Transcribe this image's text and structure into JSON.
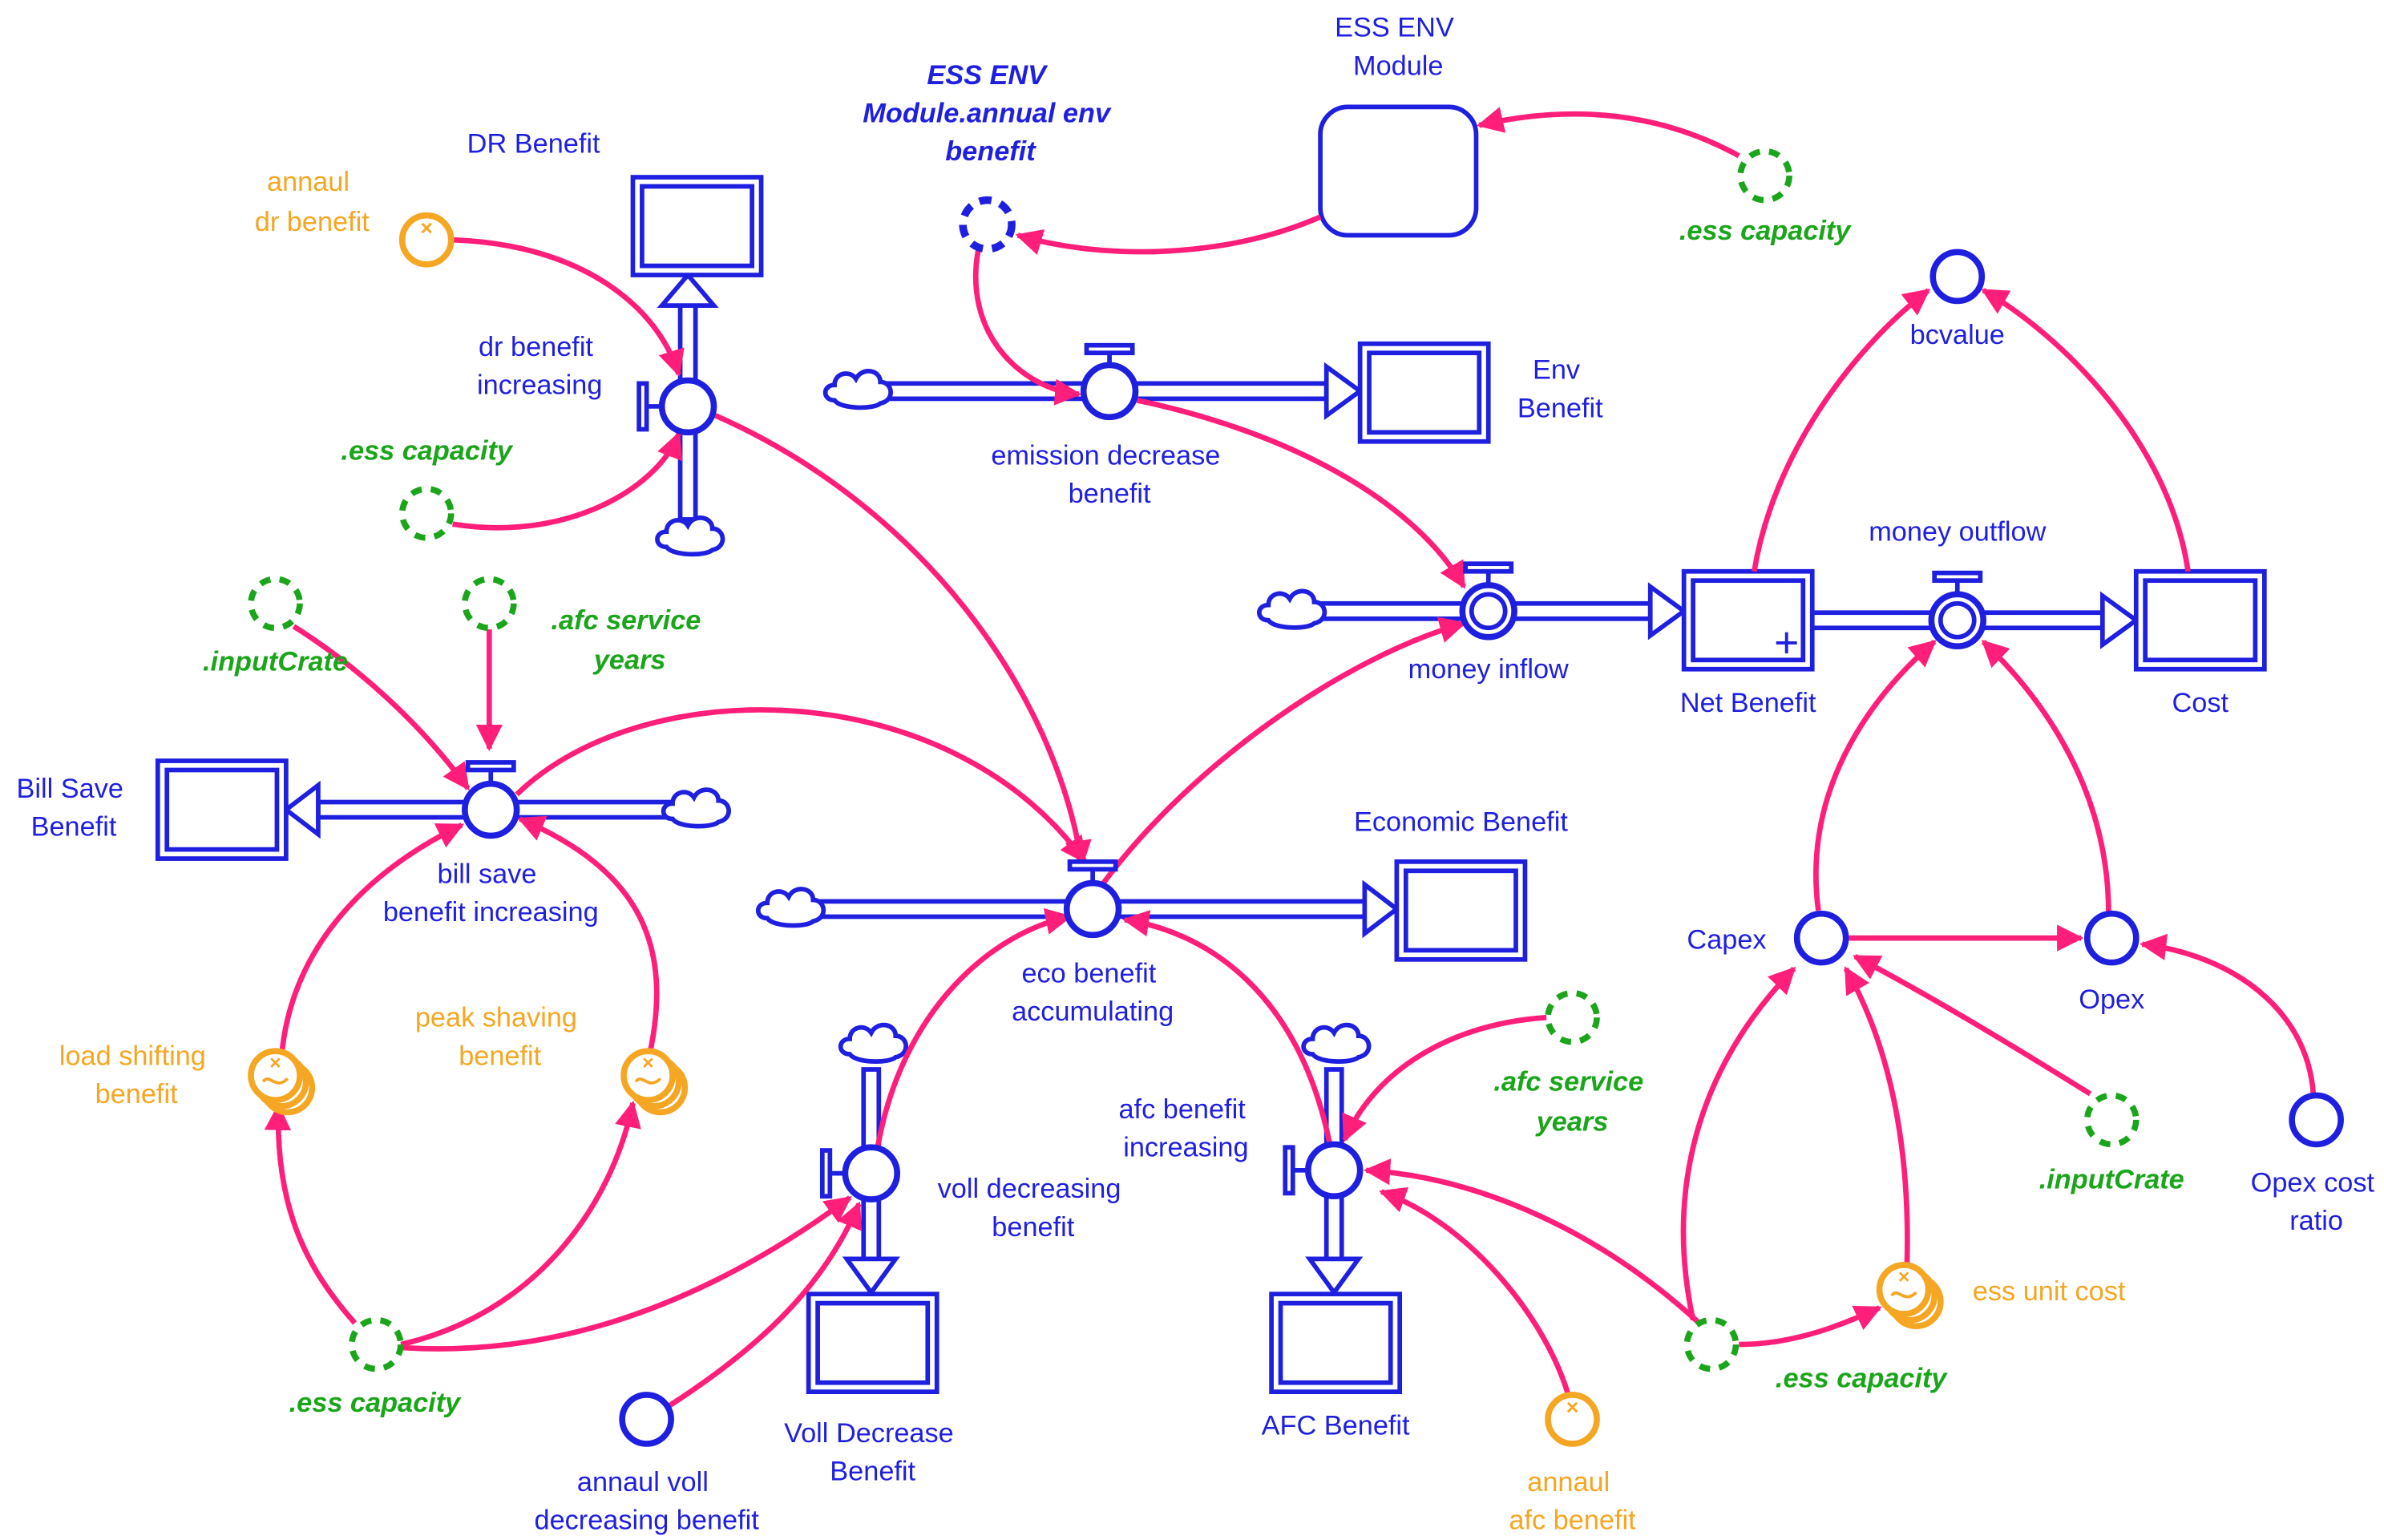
{
  "diagram": {
    "colors": {
      "flow": "#1f1fe0",
      "link": "#ff1f7a",
      "shadow_variable": "#1aa51a",
      "lookup_variable": "#f5a623"
    },
    "stocks": {
      "dr_benefit": "DR Benefit",
      "bill_save_benefit": [
        "Bill Save",
        "Benefit"
      ],
      "env_benefit": [
        "Env",
        "Benefit"
      ],
      "economic_benefit": "Economic Benefit",
      "net_benefit": "Net Benefit",
      "cost": "Cost",
      "voll_decrease_benefit": [
        "Voll Decrease",
        "Benefit"
      ],
      "afc_benefit": "AFC Benefit"
    },
    "module": {
      "name": [
        "ESS ENV",
        "Module"
      ],
      "output_shadow": [
        "ESS ENV",
        "Module.annual env",
        "benefit"
      ]
    },
    "flows": {
      "dr_benefit_increasing": [
        "dr benefit",
        "increasing"
      ],
      "emission_decrease_benefit": [
        "emission decrease",
        "benefit"
      ],
      "money_inflow": "money inflow",
      "money_outflow": "money outflow",
      "bill_save_benefit_increasing": [
        "bill save",
        "benefit increasing"
      ],
      "eco_benefit_accumulating": [
        "eco benefit",
        "accumulating"
      ],
      "voll_decreasing_benefit": [
        "voll decreasing",
        "benefit"
      ],
      "afc_benefit_increasing": [
        "afc benefit",
        "increasing"
      ]
    },
    "variables": {
      "bcvalue": "bcvalue",
      "capex": "Capex",
      "opex": "Opex",
      "opex_cost_ratio": [
        "Opex cost",
        "ratio"
      ],
      "annaul_voll_decreasing_benefit": [
        "annaul voll",
        "decreasing benefit"
      ]
    },
    "lookup_variables": {
      "annaul_dr_benefit": [
        "annaul",
        "dr benefit"
      ],
      "load_shifting_benefit": [
        "load shifting",
        "benefit"
      ],
      "peak_shaving_benefit": [
        "peak shaving",
        "benefit"
      ],
      "ess_unit_cost": "ess unit cost",
      "annaul_afc_benefit": [
        "annaul",
        "afc benefit"
      ]
    },
    "shadow_variables": {
      "ess_capacity": ".ess capacity",
      "input_crate": ".inputCrate",
      "afc_service_years": [
        ".afc service",
        "years"
      ]
    },
    "stock_symbol": "+"
  }
}
